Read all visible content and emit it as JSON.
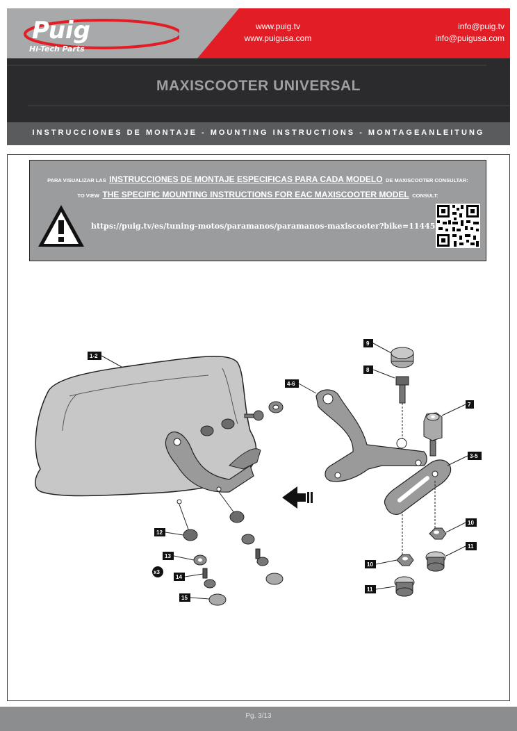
{
  "header": {
    "brand": "Puig",
    "brand_tagline": "Hi-Tech Parts",
    "web1": "www.puig.tv",
    "web2": "www.puigusa.com",
    "email1": "info@puig.tv",
    "email2": "info@puigusa.com",
    "title": "MAXISCOOTER UNIVERSAL",
    "subtitle": "INSTRUCCIONES DE MONTAJE - MOUNTING INSTRUCTIONS - MONTAGEANLEITUNG"
  },
  "notice": {
    "line1_prefix": "PARA VISUALIZAR LAS",
    "line1_emphasis": "INSTRUCCIONES DE MONTAJE ESPECIFICAS PARA CADA MODELO",
    "line1_suffix": "DE MAXISCOOTER CONSULTAR:",
    "line2_prefix": "TO VIEW",
    "line2_emphasis": "THE SPECIFIC MOUNTING INSTRUCTIONS FOR EAC MAXISCOOTER MODEL",
    "line2_suffix": "CONSULT:",
    "url": "https://puig.tv/es/tuning-motos/paramanos/paramanos-maxiscooter?bike=11445"
  },
  "diagram": {
    "labels": {
      "l1_2": "1-2",
      "l4_6": "4-6",
      "l3_5": "3-5",
      "l7": "7",
      "l8": "8",
      "l9": "9",
      "l10a": "10",
      "l10b": "10",
      "l11a": "11",
      "l11b": "11",
      "l12": "12",
      "l13": "13",
      "l14": "14",
      "l15": "15",
      "x3": "x3"
    }
  },
  "footer": {
    "page": "Pg. 3/13"
  }
}
